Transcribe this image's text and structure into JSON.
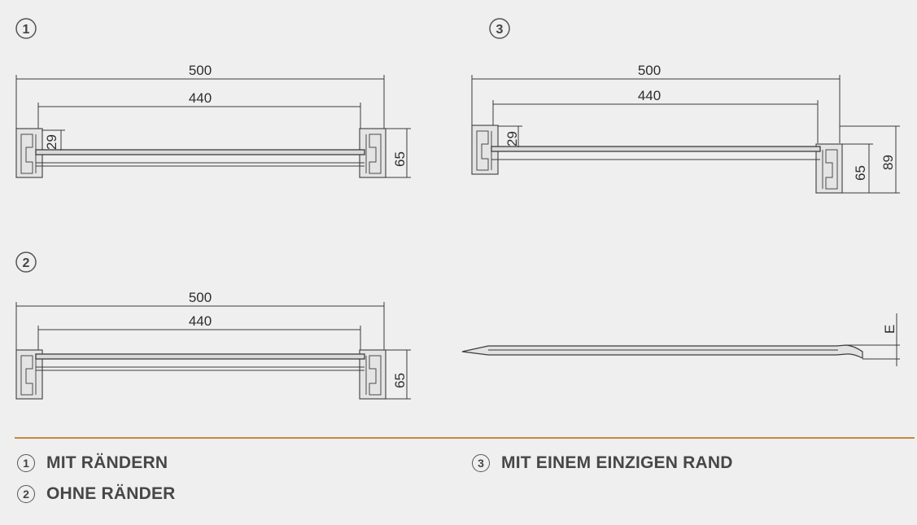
{
  "views": [
    {
      "number": "1",
      "width_label": "500",
      "inner_label": "440",
      "height_label": "65",
      "edge_label": "29"
    },
    {
      "number": "2",
      "width_label": "500",
      "inner_label": "440",
      "height_label": "65"
    },
    {
      "number": "3",
      "width_label": "500",
      "inner_label": "440",
      "height_label": "65",
      "edge_label": "29",
      "total_label": "89"
    }
  ],
  "side_view": {
    "label": "E"
  },
  "legend": [
    {
      "number": "1",
      "text": "MIT RÄNDERN"
    },
    {
      "number": "2",
      "text": "OHNE RÄNDER"
    },
    {
      "number": "3",
      "text": "MIT EINEM EINZIGEN RAND"
    }
  ],
  "colors": {
    "divider": "#c58a3f",
    "background": "#efefef",
    "line": "#3b3b3b"
  }
}
